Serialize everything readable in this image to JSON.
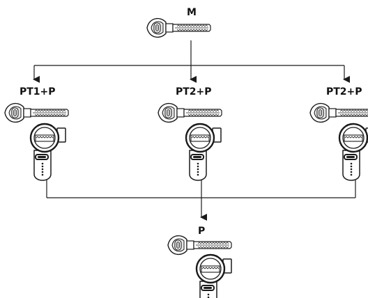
{
  "labels": {
    "master": "M",
    "group_1": "PT1+P",
    "group_2": "PT2+P",
    "group_3": "PT2+P",
    "bottom": "P"
  },
  "icons": {
    "key": "key-icon",
    "cylinder": "lock-cylinder-icon"
  },
  "colors": {
    "stroke": "#1a1a1a",
    "fill": "#ffffff",
    "shade": "#cfcfcf"
  }
}
